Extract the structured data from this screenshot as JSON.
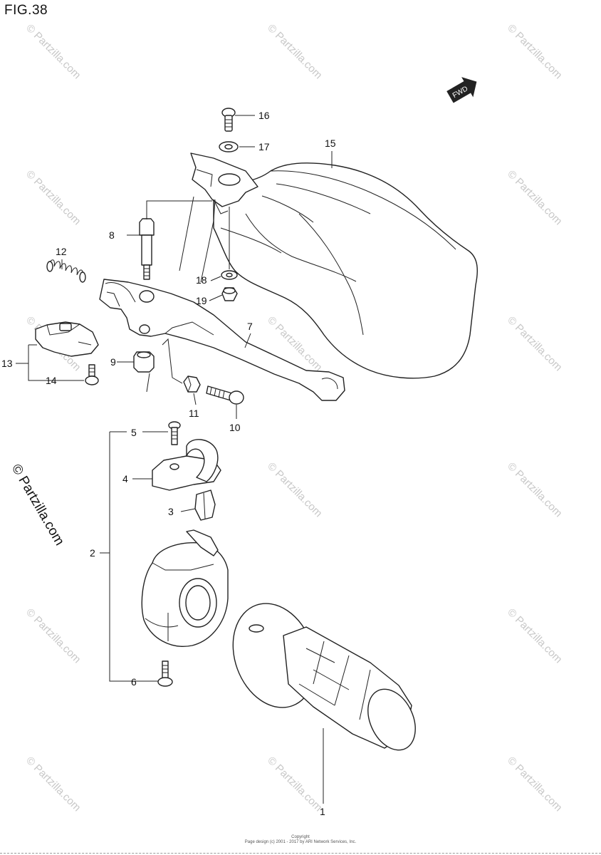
{
  "figure_title": "FIG.38",
  "direction_badge": "FWD",
  "side_watermark": "© Partzilla.com",
  "watermark_text": "© Partzilla.com",
  "callouts": [
    "1",
    "2",
    "3",
    "4",
    "5",
    "6",
    "7",
    "8",
    "9",
    "10",
    "11",
    "12",
    "13",
    "14",
    "15",
    "16",
    "17",
    "18",
    "19"
  ],
  "footer": {
    "line1": "Copyright",
    "line2": "Page design (c) 2001 - 2017 by ARI Network Services, Inc."
  }
}
